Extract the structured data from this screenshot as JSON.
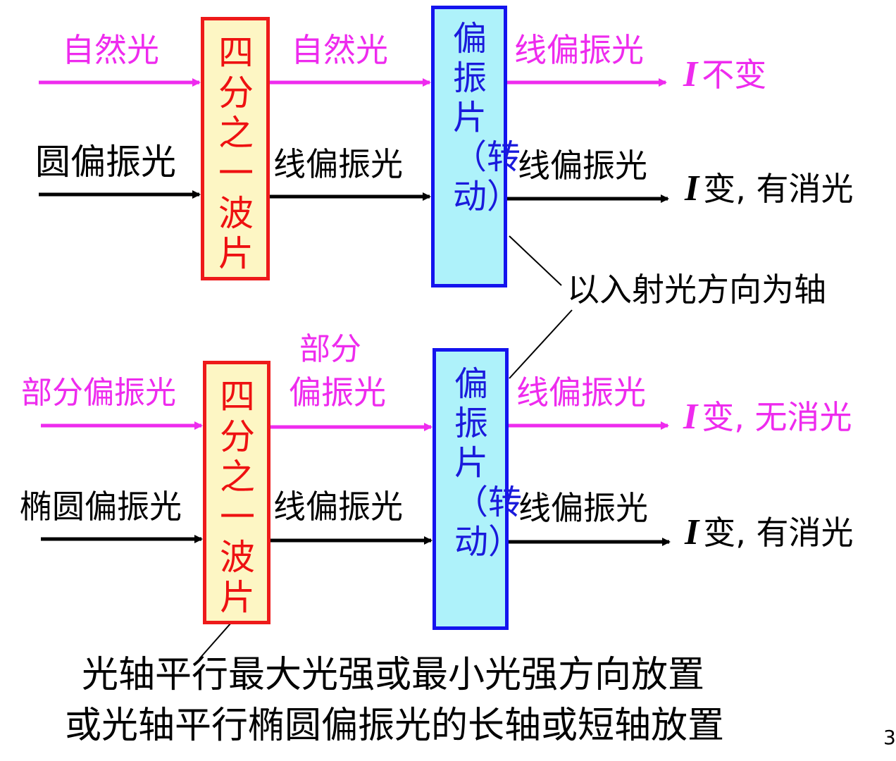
{
  "top": {
    "row1": {
      "input": "自然光",
      "mid": "自然光",
      "out": "线偏振光",
      "result_i": "I",
      "result_text": "不变"
    },
    "row2": {
      "input": "圆偏振光",
      "mid": "线偏振光",
      "out": "线偏振光",
      "result_i": "I",
      "result_text": "变, 有消光"
    },
    "qwp_label": "四分之一波片",
    "polarizer_label": "偏振片（转动）"
  },
  "bottom": {
    "row1": {
      "input": "部分偏振光",
      "mid_line1": "部分",
      "mid_line2": "偏振光",
      "out": "线偏振光",
      "result_i": "I",
      "result_text": "变, 无消光"
    },
    "row2": {
      "input": "椭圆偏振光",
      "mid": "线偏振光",
      "out": "线偏振光",
      "result_i": "I",
      "result_text": "变, 有消光"
    },
    "qwp_label": "四分之一波片",
    "polarizer_label": "偏振片（转动）"
  },
  "axis_note": "以入射光方向为轴",
  "footer": {
    "line1": "光轴平行最大光强或最小光强方向放置",
    "line2": "或光轴平行椭圆偏振光的长轴或短轴放置"
  },
  "page_number": "3",
  "colors": {
    "magenta": "#ee2bee",
    "black": "#000000",
    "qwp_fill": "#fdf6c4",
    "qwp_border": "#ee1a1a",
    "pol_fill": "#aef2fa",
    "pol_border": "#1414ee"
  }
}
